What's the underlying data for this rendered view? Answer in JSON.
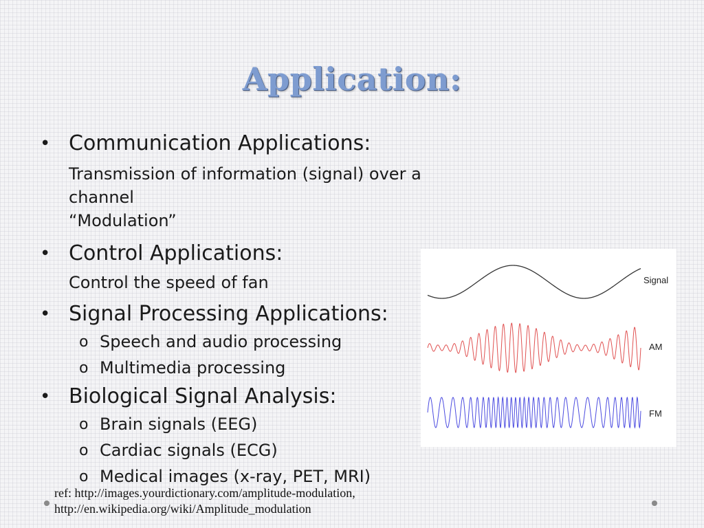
{
  "slide": {
    "title": "Application:",
    "bullets": [
      {
        "text": "Communication Applications:",
        "subtext": [
          "Transmission of information (signal) over a channel",
          "“Modulation”"
        ]
      },
      {
        "text": "Control Applications:",
        "subtext": [
          "Control the speed of fan"
        ]
      },
      {
        "text": "Signal Processing Applications:",
        "items": [
          "Speech and audio processing",
          "Multimedia processing"
        ]
      },
      {
        "text": "Biological Signal Analysis:",
        "items": [
          "Brain signals (EEG)",
          "Cardiac signals (ECG)",
          "Medical images (x-ray, PET, MRI)"
        ]
      }
    ],
    "bullet_glyph": "•",
    "sub_glyph": "o",
    "figure": {
      "labels": {
        "signal": "Signal",
        "am": "AM",
        "fm": "FM"
      },
      "colors": {
        "signal": "#333333",
        "am": "#e05050",
        "fm": "#4a4ae0"
      }
    },
    "reference": {
      "line1": "ref: http://images.yourdictionary.com/amplitude-modulation,",
      "line2": "http://en.wikipedia.org/wiki/Amplitude_modulation"
    }
  }
}
